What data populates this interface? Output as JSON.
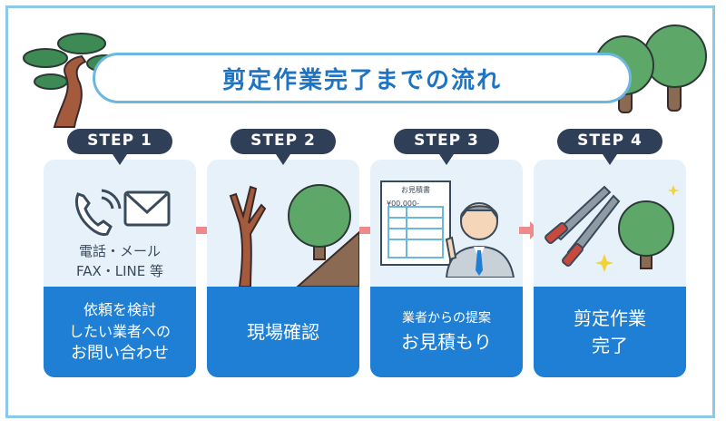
{
  "title": "剪定作業完了までの流れ",
  "colors": {
    "accent": "#1f7fd4",
    "arrow": "#f08a8a",
    "panel_bg": "#e6f1fa",
    "bubble": "#2e3f57"
  },
  "steps": [
    {
      "label": "STEP 1",
      "icon": "phone-mail-icon",
      "caption": [
        "電話・メール",
        "FAX・LINE 等"
      ],
      "text": [
        "依頼を検討",
        "したい業者への",
        "お問い合わせ"
      ]
    },
    {
      "label": "STEP 2",
      "icon": "site-tree-icon",
      "text": [
        "現場確認"
      ]
    },
    {
      "label": "STEP 3",
      "icon": "estimate-person-icon",
      "doc_title": "お見積書",
      "doc_amount": "¥00,000-",
      "text_small": "業者からの提案",
      "text_big": "お見積もり"
    },
    {
      "label": "STEP 4",
      "icon": "pruning-shears-tree-icon",
      "text": [
        "剪定作業",
        "完了"
      ]
    }
  ]
}
